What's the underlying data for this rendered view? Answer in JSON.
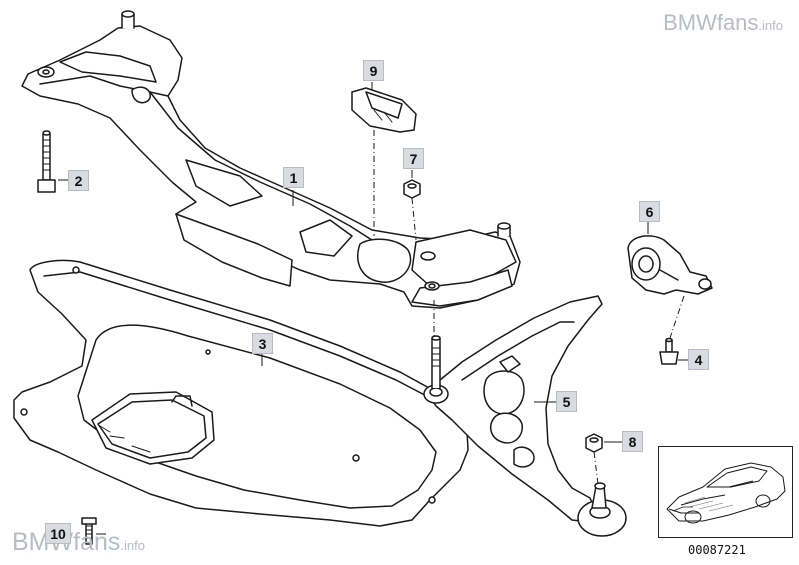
{
  "watermark": {
    "brand": "BMWfans",
    "suffix": ".info"
  },
  "diagram_number": "00087221",
  "callouts": {
    "c1": "1",
    "c2": "2",
    "c3": "3",
    "c4": "4",
    "c5": "5",
    "c6": "6",
    "c7": "7",
    "c8": "8",
    "c9": "9",
    "c10": "10"
  },
  "colors": {
    "line": "#1a1a1a",
    "callout_bg": "#d8dbe2",
    "watermark": "#b8bcc4"
  }
}
